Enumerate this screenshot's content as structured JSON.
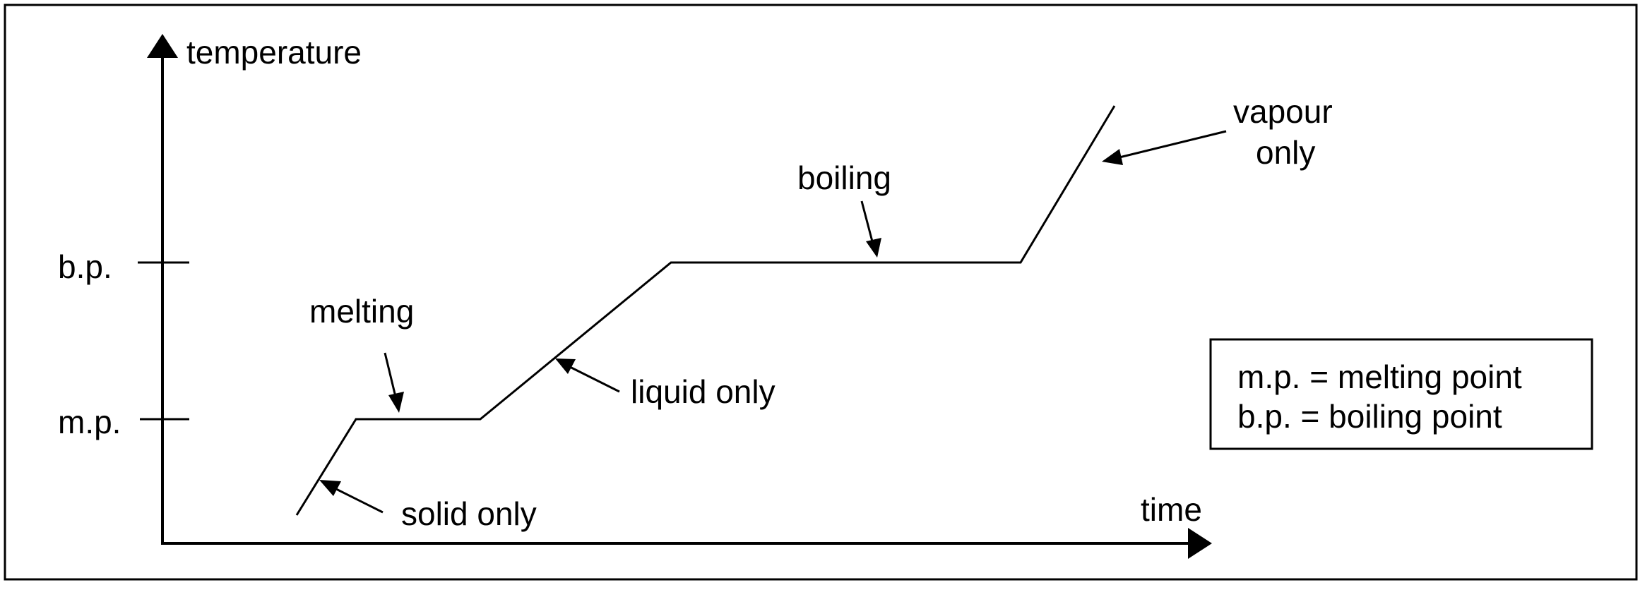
{
  "diagram": {
    "axes": {
      "y_label": "temperature",
      "x_label": "time",
      "ticks": {
        "bp": "b.p.",
        "mp": "m.p."
      }
    },
    "labels": {
      "melting": "melting",
      "boiling": "boiling",
      "solid_only": "solid only",
      "liquid_only": "liquid only",
      "vapour_line1": "vapour",
      "vapour_line2": "only"
    },
    "key": {
      "line1": "m.p. = melting point",
      "line2": "b.p. = boiling point"
    },
    "colors": {
      "ink": "#000000",
      "background": "#ffffff"
    }
  }
}
